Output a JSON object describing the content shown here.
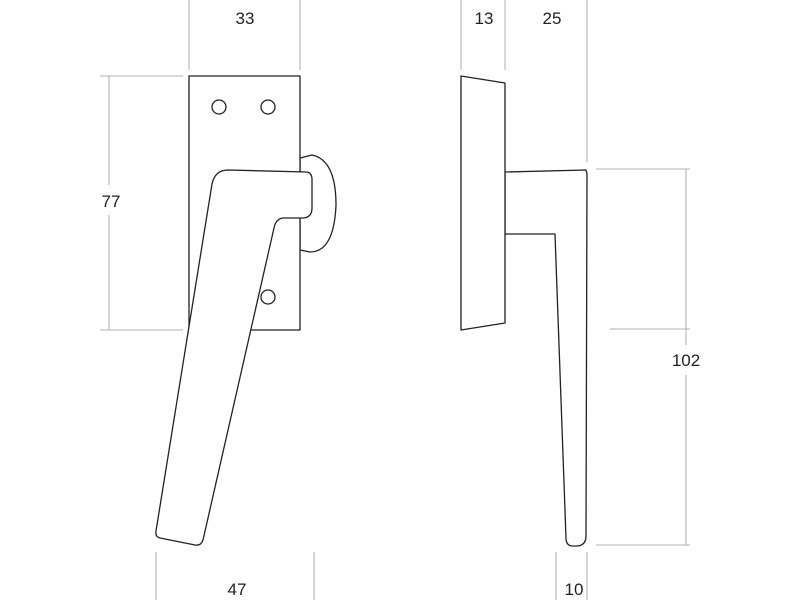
{
  "colors": {
    "outline": "#222222",
    "dimension_line": "#9a9a9a",
    "background": "#ffffff"
  },
  "dimensions": {
    "front_plate_width": "33",
    "front_plate_height": "77",
    "front_handle_width": "47",
    "side_plate_depth": "13",
    "side_handle_depth": "25",
    "side_handle_height": "102",
    "side_handle_tip": "10"
  }
}
